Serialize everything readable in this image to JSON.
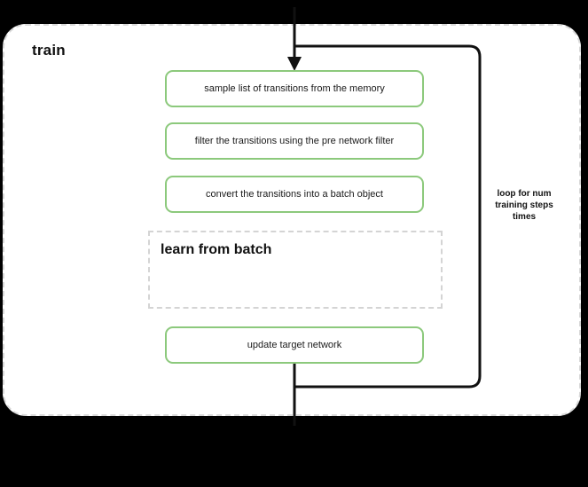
{
  "diagram": {
    "title": "train",
    "background_color": "#000000",
    "canvas_color": "#ffffff",
    "accent_color": "#8cc97c",
    "dashed_border_color": "#d9d9d9",
    "connector_color": "#000000"
  },
  "steps": [
    {
      "id": "sample",
      "label": "sample list of transitions from the memory"
    },
    {
      "id": "filter",
      "label": "filter the transitions using the pre network filter"
    },
    {
      "id": "convert",
      "label": "convert the transitions into a batch object"
    },
    {
      "id": "update",
      "label": "update target network"
    }
  ],
  "subprocess": {
    "label": "learn from batch"
  },
  "loop": {
    "label": "loop for num training steps times"
  }
}
